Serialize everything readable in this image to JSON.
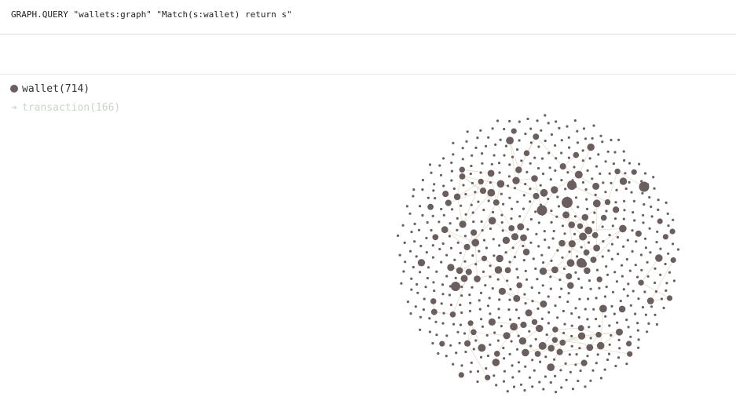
{
  "query": {
    "text": "GRAPH.QUERY \"wallets:graph\" \"Match(s:wallet) return s\""
  },
  "legend": {
    "node": {
      "label": "wallet(714)",
      "color": "#6b5e5f",
      "icon": "circle-dot-icon"
    },
    "edge": {
      "label": "transaction(166)",
      "color": "#c8d6c8",
      "icon": "arrow-right-icon"
    }
  },
  "graph": {
    "node_color": "#6b5e5f",
    "edge_color": "#e3d9c5",
    "node_count": 714,
    "edge_count": 166
  }
}
